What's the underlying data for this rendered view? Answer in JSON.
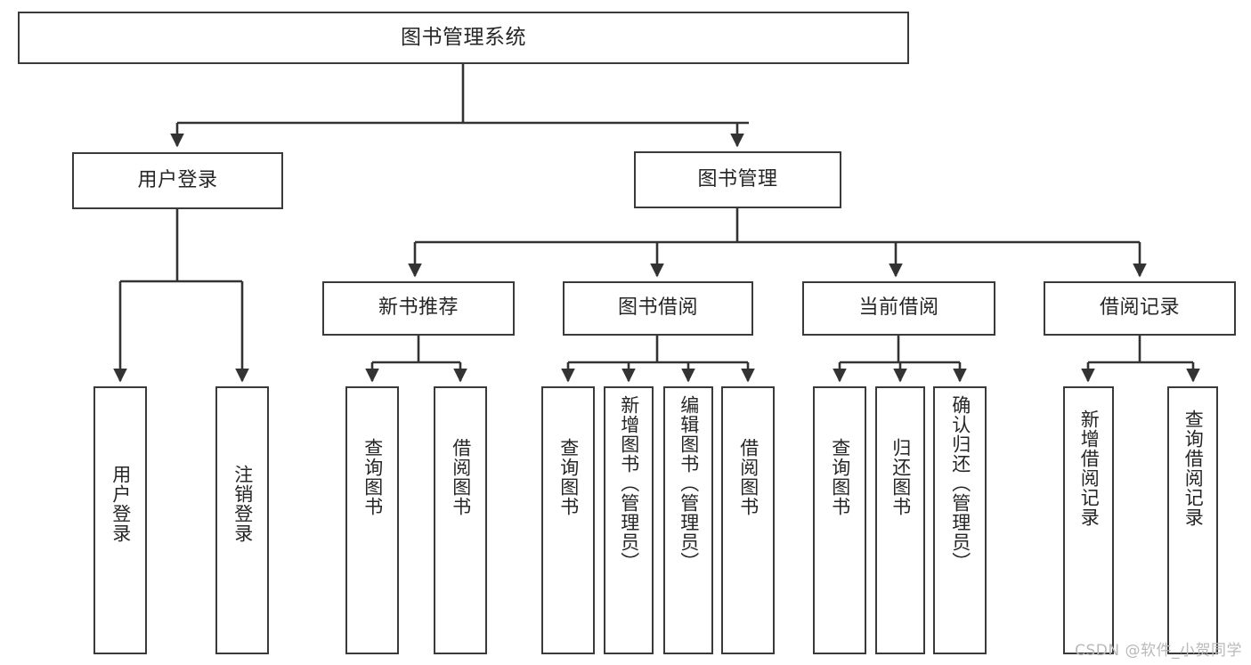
{
  "diagram": {
    "kind": "tree-hierarchy",
    "title": "图书管理系统",
    "watermark": "CSDN @软件_小贺同学",
    "colors": {
      "box_border": "#3a3a3a",
      "box_fill": "#ffffff",
      "connector": "#333333",
      "text": "#262626",
      "watermark": "#b9b9b9",
      "background": "#ffffff"
    },
    "root": {
      "label": "图书管理系统"
    },
    "level2": [
      {
        "label": "用户登录"
      },
      {
        "label": "图书管理"
      }
    ],
    "level3": [
      {
        "label": "新书推荐"
      },
      {
        "label": "图书借阅"
      },
      {
        "label": "当前借阅"
      },
      {
        "label": "借阅记录"
      }
    ],
    "leaves": {
      "user_login": [
        {
          "label": "用户登录"
        },
        {
          "label": "注销登录"
        }
      ],
      "new_book_recommend": [
        {
          "label": "查询图书"
        },
        {
          "label": "借阅图书"
        }
      ],
      "book_borrow": [
        {
          "label": "查询图书"
        },
        {
          "label": "新增图书（管理员）"
        },
        {
          "label": "编辑图书（管理员）"
        },
        {
          "label": "借阅图书"
        }
      ],
      "current_borrow": [
        {
          "label": "查询图书"
        },
        {
          "label": "归还图书"
        },
        {
          "label": "确认归还（管理员）"
        }
      ],
      "borrow_record": [
        {
          "label": "新增借阅记录"
        },
        {
          "label": "查询借阅记录"
        }
      ]
    }
  }
}
